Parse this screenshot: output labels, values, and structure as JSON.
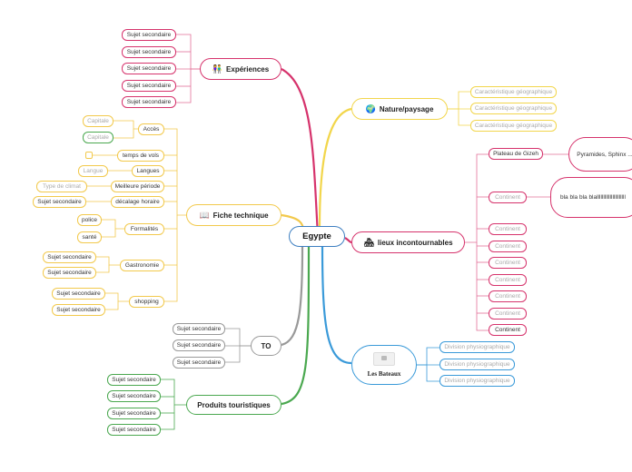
{
  "central": {
    "label": "Egypte"
  },
  "experiences": {
    "label": "Expériences",
    "icon": "people-icon",
    "children": [
      "Sujet secondaire",
      "Sujet secondaire",
      "Sujet secondaire",
      "Sujet secondaire",
      "Sujet secondaire"
    ]
  },
  "fiche": {
    "label": "Fiche technique",
    "icon": "book-icon",
    "acces": {
      "label": "Accès",
      "children": [
        "Capitale",
        "Capitale"
      ]
    },
    "temps": {
      "label": "temps de vols"
    },
    "langues": {
      "label": "Langues",
      "children": [
        "Langue"
      ]
    },
    "periode": {
      "label": "Meilleure période",
      "children": [
        "Type de climat"
      ]
    },
    "decalage": {
      "label": "décalage horaire",
      "children": [
        "Sujet secondaire"
      ]
    },
    "formalites": {
      "label": "Formalités",
      "children": [
        "police",
        "santé"
      ]
    },
    "gastronomie": {
      "label": "Gastronomie",
      "children": [
        "Sujet secondaire",
        "Sujet secondaire"
      ]
    },
    "shopping": {
      "label": "shopping",
      "children": [
        "Sujet secondaire",
        "Sujet secondaire"
      ]
    }
  },
  "to": {
    "label": "TO",
    "children": [
      "Sujet secondaire",
      "Sujet secondaire",
      "Sujet secondaire"
    ]
  },
  "produits": {
    "label": "Produits touristiques",
    "children": [
      "Sujet secondaire",
      "Sujet secondaire",
      "Sujet secondaire",
      "Sujet secondaire"
    ]
  },
  "nature": {
    "label": "Nature/paysage",
    "icon": "globe-icon",
    "children": [
      "Caractéristique géographique",
      "Caractéristique géographique",
      "Caractéristique géographique"
    ]
  },
  "lieux": {
    "label": "lieux incontournables",
    "icon": "landmark-icon",
    "plateau": {
      "label": "Plateau de Gizeh",
      "note": "Pyramides, Sphinx ..."
    },
    "continent_note": {
      "label": "Continent",
      "note": "bla bla bla blallllllllllllllllllllll"
    },
    "continents": [
      "Continent",
      "Continent",
      "Continent",
      "Continent",
      "Continent",
      "Continent",
      "Continent"
    ]
  },
  "bateaux": {
    "label": "Les Bateaux",
    "icon": "image-icon",
    "children": [
      "Division physiographique",
      "Division physiographique",
      "Division physiographique"
    ]
  },
  "colors": {
    "experiences": "#d6336c",
    "fiche": "#f2c94c",
    "to": "#999999",
    "produits": "#4aa84f",
    "nature": "#f2d64c",
    "lieux": "#d6336c",
    "bateaux": "#3a9ad9",
    "central": "#3d7fc1"
  }
}
